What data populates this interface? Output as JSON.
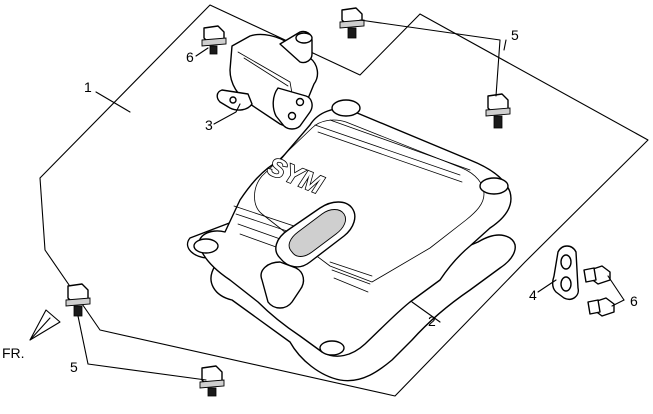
{
  "diagram": {
    "brand_logo": "SYM",
    "direction_label": "FR.",
    "callouts": [
      {
        "id": "1",
        "text": "1"
      },
      {
        "id": "2",
        "text": "2"
      },
      {
        "id": "3",
        "text": "3"
      },
      {
        "id": "4",
        "text": "4"
      },
      {
        "id": "5a",
        "text": "5"
      },
      {
        "id": "5b",
        "text": "5"
      },
      {
        "id": "6a",
        "text": "6"
      },
      {
        "id": "6b",
        "text": "6"
      }
    ]
  }
}
